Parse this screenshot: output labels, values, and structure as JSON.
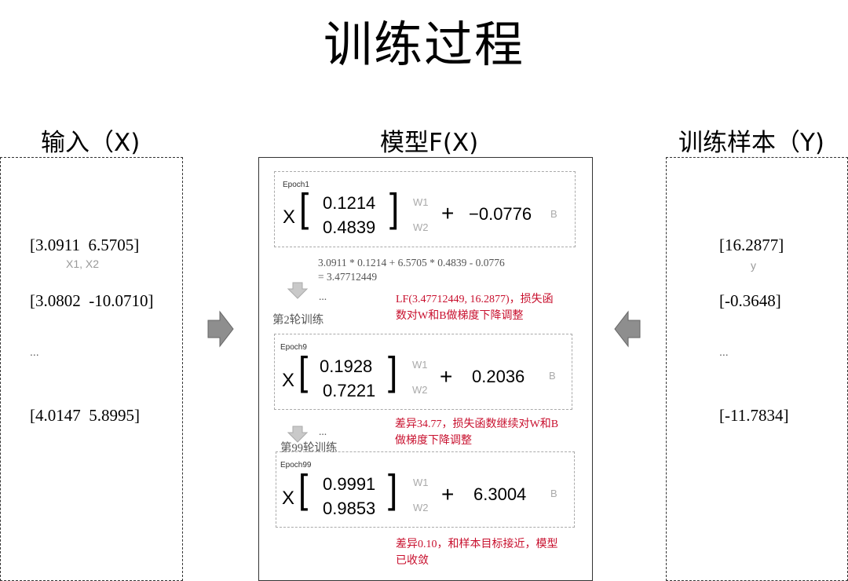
{
  "title": "训练过程",
  "columns": {
    "input_title": "输入（X)",
    "model_title": "模型F(X)",
    "target_title": "训练样本（Y)"
  },
  "inputs": {
    "rows": [
      "[3.0911  6.5705]",
      "[3.0802  -10.0710]",
      "...",
      "[4.0147  5.8995]"
    ],
    "sublabel": "X1, X2"
  },
  "targets": {
    "rows": [
      "[16.2877]",
      "[-0.3648]",
      "...",
      "[-11.7834]"
    ],
    "sublabel": "y"
  },
  "epochs": [
    {
      "label": "Epoch1",
      "x": "X",
      "w1": "0.1214",
      "w2": "0.4839",
      "w1_label": "W1",
      "w2_label": "W2",
      "plus": "+",
      "bias": "−0.0776",
      "b_label": "B"
    },
    {
      "label": "Epoch9",
      "x": "X",
      "w1": "0.1928",
      "w2": "0.7221",
      "w1_label": "W1",
      "w2_label": "W2",
      "plus": "+",
      "bias": "0.2036",
      "b_label": "B"
    },
    {
      "label": "Epoch99",
      "x": "X",
      "w1": "0.9991",
      "w2": "0.9853",
      "w1_label": "W1",
      "w2_label": "W2",
      "plus": "+",
      "bias": "6.3004",
      "b_label": "B"
    }
  ],
  "calc": {
    "line1": "3.0911 * 0.1214 + 6.5705 * 0.4839 - 0.0776",
    "line2": "= 3.47712449",
    "ellipsis": "..."
  },
  "notes": {
    "loss1_line1": "LF(3.47712449, 16.2877)，损失函",
    "loss1_line2": "数对W和B做梯度下降调整",
    "loss2_line1": "差异34.77，损失函数继续对W和B",
    "loss2_line2": "做梯度下降调整",
    "loss3_line1": "差异0.10，和样本目标接近，模型",
    "loss3_line2": "已收敛"
  },
  "rounds": {
    "round2": "第2轮训练",
    "round99": "第99轮训练",
    "ellipsis": "..."
  },
  "colors": {
    "note_red": "#c8102e",
    "arrow_fill": "#8e8e8e",
    "down_arrow_fill": "#c9c9c9"
  }
}
